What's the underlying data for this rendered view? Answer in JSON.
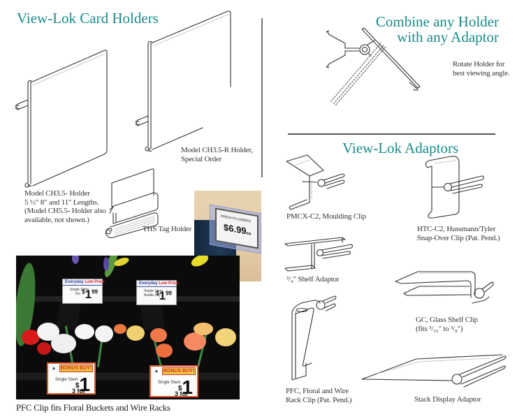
{
  "headings": {
    "card_holders": "View-Lok Card Holders",
    "combine_line1": "Combine any Holder",
    "combine_line2": "with any Adaptor",
    "adaptors": "View-Lok Adaptors"
  },
  "rotate_note": {
    "line1": "Rotate Holder for",
    "line2": "best viewing angle."
  },
  "holders": [
    {
      "id": "ch35",
      "lines": [
        "Model CH3.5- Holder",
        "5 ½\" 8\" and 11\" Lengths.",
        "(Model CH5.5- Holder also",
        "available, not shown.)"
      ]
    },
    {
      "id": "ch35r",
      "lines": [
        "Model CH3.5-R Holder,",
        "Special Order"
      ]
    },
    {
      "id": "ths",
      "lines": [
        "THS Tag Holder"
      ]
    }
  ],
  "adaptors": [
    {
      "id": "pmcx",
      "lines": [
        "PMCX-C2, Moulding Clip"
      ]
    },
    {
      "id": "htc",
      "lines": [
        "HTC-C2, Hussmann/Tyler",
        "Snap-Over Clip (Pat. Pend.)"
      ]
    },
    {
      "id": "shelf34",
      "lines": [
        "³/₄\"  Shelf Adaptor"
      ]
    },
    {
      "id": "gc",
      "lines": [
        "GC, Glass Shelf Clip",
        "(fits ³/₁₆\" to ³/₈\")"
      ]
    },
    {
      "id": "pfc",
      "lines": [
        "PFC, Floral and Wire",
        "Rack Clip (Pat. Pend.)"
      ]
    },
    {
      "id": "stack",
      "lines": [
        "Stack Display Adaptor"
      ]
    }
  ],
  "tag_photo": {
    "card_title": "FRESH FLOWERS",
    "card_price": "$6.99",
    "card_unit": "ea"
  },
  "floral_photo": {
    "caption": "PFC Clip fits Floral Buckets and Wire Racks",
    "price_cards": [
      {
        "brand1": "Everyday",
        "brand2": "Low Price",
        "desc1": "Single Stem",
        "desc2": "Iris",
        "price_symbol": "$",
        "price": "1",
        "cents": "99"
      },
      {
        "brand1": "Everyday",
        "brand2": "Low Price",
        "desc1": "Single Stem",
        "desc2": "Asiatic Lily",
        "price_symbol": "$",
        "price": "1",
        "cents": "99"
      }
    ],
    "bonus_cards": [
      {
        "banner": "BONUS BUY!",
        "desc": "Single Stem",
        "qty": "3 for",
        "price_symbol": "$",
        "price": "1"
      },
      {
        "banner": "BONUS BUY!",
        "desc": "Single Stem",
        "qty": "3 for",
        "price_symbol": "$",
        "price": "1"
      }
    ]
  },
  "colors": {
    "heading": "#1a8a8a",
    "bonus_banner": "#f5c542",
    "bonus_border": "#e05a2a",
    "low_price_red": "#dd2222",
    "everyday_blue": "#2a3e9c"
  }
}
